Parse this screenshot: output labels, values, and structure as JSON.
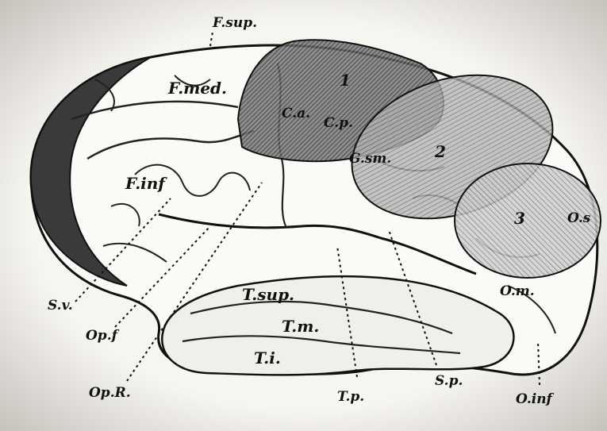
{
  "colors": {
    "ink": "#111111",
    "paper": "#f7f5f0",
    "cortex": "#fbfaf7",
    "shade_dark": "#3a3a3a",
    "shade_mid": "#6b6b6b",
    "shade_light": "#9a9a9a"
  },
  "regions": {
    "region_1": "1",
    "region_2": "2",
    "region_3": "3"
  },
  "labels": {
    "f_sup": "F.sup.",
    "f_med": "F.med.",
    "f_inf": "F.inf",
    "c_a": "C.a.",
    "c_p": "C.p.",
    "g_sm": "G.sm.",
    "o_s": "O.s",
    "o_m": "O.m.",
    "o_inf": "O.inf",
    "t_sup": "T.sup.",
    "t_m": "T.m.",
    "t_i": "T.i.",
    "s_v": "S.v.",
    "op_f": "Op.f",
    "op_r": "Op.R.",
    "t_p": "T.p.",
    "s_p": "S.p."
  }
}
